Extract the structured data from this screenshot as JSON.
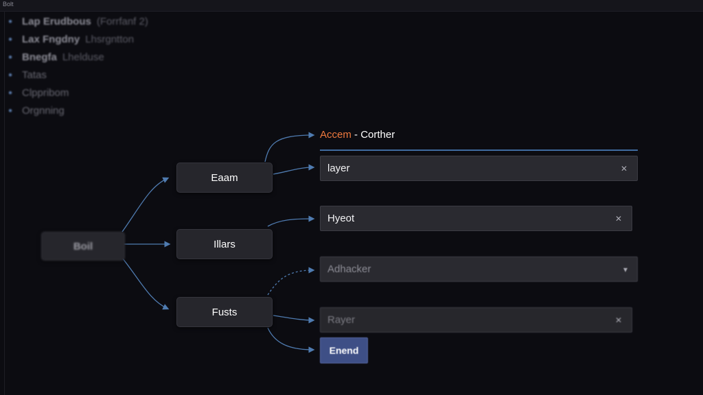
{
  "window": {
    "title": "Bolt"
  },
  "tree": [
    {
      "label": "Lap Erudbous",
      "sub": "(Forrfanf 2)"
    },
    {
      "label": "Lax Fngdny",
      "sub": "Lhsrgntton"
    },
    {
      "label": "Bnegfa",
      "sub": "Lhelduse"
    },
    {
      "label": "Tatas",
      "sub": ""
    },
    {
      "label": "Clppribom",
      "sub": ""
    },
    {
      "label": "Orgnning",
      "sub": ""
    }
  ],
  "nodes": {
    "root": "Boil",
    "eaam": "Eaam",
    "blars": "Illars",
    "fusts": "Fusts"
  },
  "header": {
    "accent": "Accem",
    "separator": " - ",
    "title": "Corther"
  },
  "fields": [
    {
      "value": "layer",
      "icon": "x-icon"
    },
    {
      "value": "Hyeot",
      "icon": "x-icon"
    },
    {
      "value": "Adhacker",
      "icon": "chevron-down-icon"
    },
    {
      "value": "Rayer",
      "icon": "x-icon"
    }
  ],
  "button": {
    "label": "Enend"
  },
  "colors": {
    "accent": "#f07a3e",
    "link": "#4f7bb0",
    "button": "#3e4f86"
  }
}
